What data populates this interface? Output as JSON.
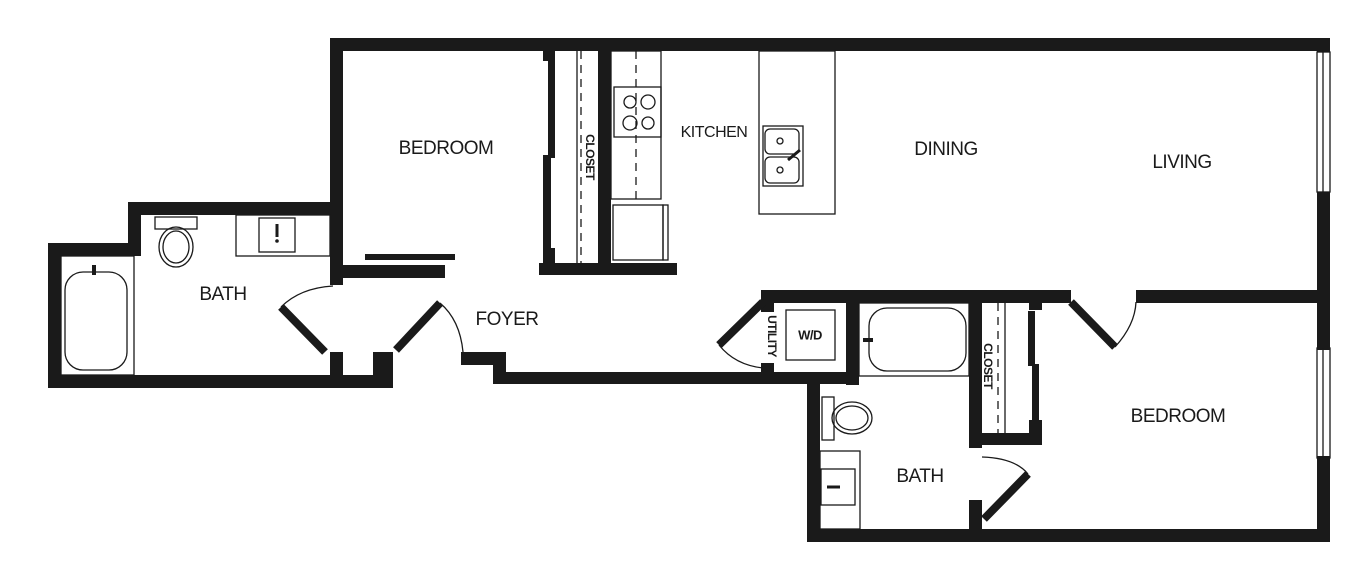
{
  "plan": {
    "wall_color": "#1a1a1a",
    "background": "#ffffff",
    "rooms": {
      "bedroom_1": "BEDROOM",
      "closet_1": "CLOSET",
      "kitchen": "KITCHEN",
      "dining": "DINING",
      "living": "LIVING",
      "bath_1": "BATH",
      "foyer": "FOYER",
      "utility": "UTILITY",
      "washer_dryer": "W/D",
      "bath_2": "BATH",
      "closet_2": "CLOSET",
      "bedroom_2": "BEDROOM"
    }
  }
}
